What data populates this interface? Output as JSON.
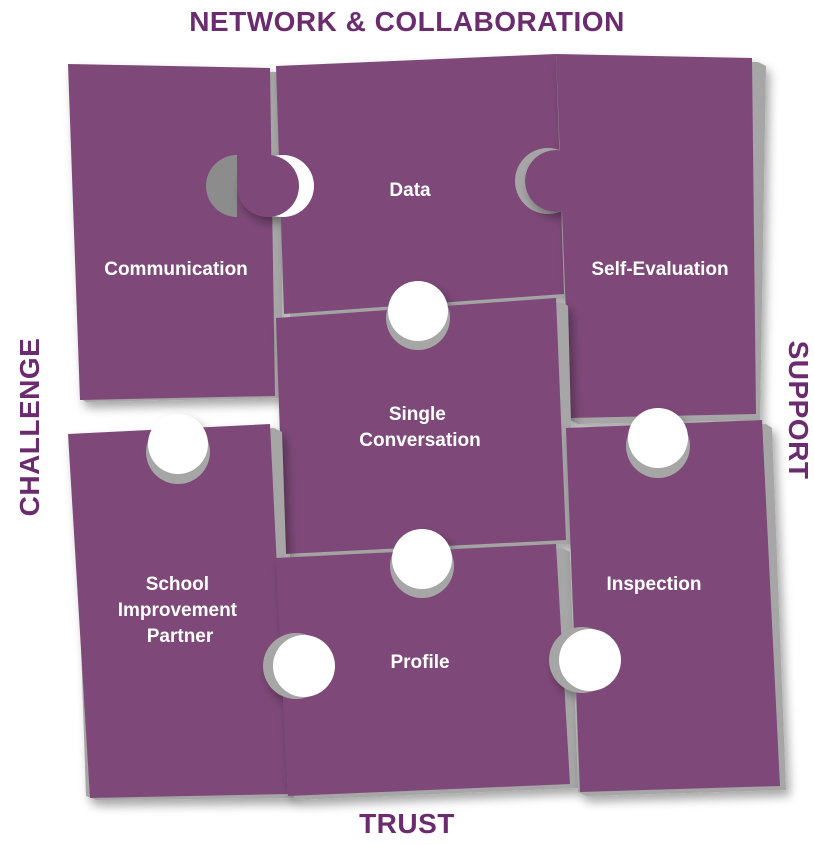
{
  "edge_labels": {
    "top": "NETWORK & COLLABORATION",
    "bottom": "TRUST",
    "left": "CHALLENGE",
    "right": "SUPPORT"
  },
  "pieces": {
    "communication": [
      "Communication"
    ],
    "data": [
      "Data"
    ],
    "self_evaluation": [
      "Self-Evaluation"
    ],
    "single_conversation": [
      "Single",
      "Conversation"
    ],
    "school_improvement_partner": [
      "School",
      "Improvement",
      "Partner"
    ],
    "profile": [
      "Profile"
    ],
    "inspection": [
      "Inspection"
    ]
  },
  "colors": {
    "piece_face": "#7e4a79",
    "piece_edge": "#a6a6a6",
    "label_text": "#6b2c6f",
    "piece_text": "#ffffff"
  }
}
